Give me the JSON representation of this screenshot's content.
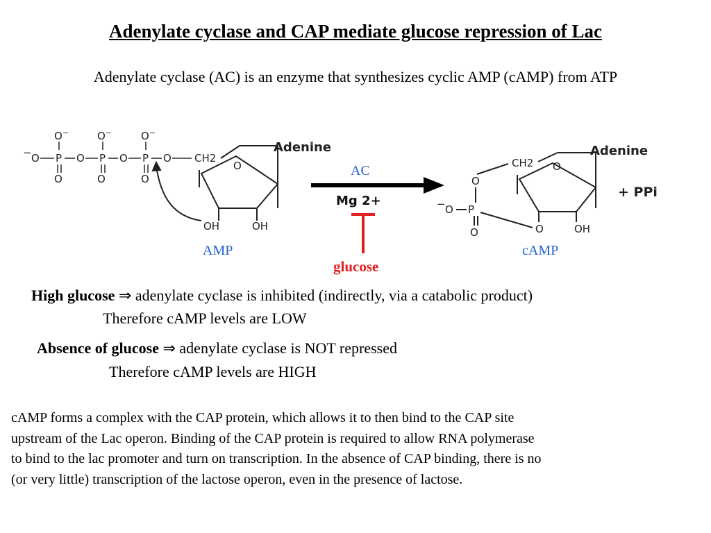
{
  "slide": {
    "title": "Adenylate cyclase and CAP mediate glucose repression of Lac",
    "subtitle": "Adenylate cyclase (AC) is an enzyme that synthesizes cyclic AMP (cAMP) from ATP"
  },
  "diagram": {
    "atp": {
      "oxygen": "O",
      "charge": "−",
      "phosphorus": "P",
      "ch2": "CH2",
      "base": "Adenine",
      "oh": "OH"
    },
    "enzyme_label": "AC",
    "cofactor": "Mg 2+",
    "inhibitor": "glucose",
    "substrate_label": "AMP",
    "product_label": "cAMP",
    "byproduct": "+ PPi",
    "camp": {
      "oxygen": "O",
      "charge": "−",
      "phosphorus": "P",
      "ch2": "CH2",
      "base": "Adenine",
      "oh": "OH"
    },
    "colors": {
      "labels": "#1f5fd6",
      "inhibitor": "#e02020"
    }
  },
  "points": [
    {
      "bold": "High glucose",
      "arrow": "⇒",
      "text": " adenylate cyclase is inhibited (indirectly, via a catabolic product)",
      "sub": "Therefore cAMP levels are LOW"
    },
    {
      "bold": "Absence of glucose",
      "arrow": "⇒",
      "text": " adenylate cyclase is NOT repressed",
      "sub": "Therefore cAMP levels are HIGH"
    }
  ],
  "paragraph_lines": [
    "cAMP forms a complex with the CAP protein, which allows it to then bind to the CAP site",
    "upstream of the Lac operon. Binding of the CAP protein is required to allow RNA polymerase",
    "to bind to the lac promoter and turn on transcription. In the absence of CAP binding, there is no",
    "(or very little) transcription of the lactose operon, even in the presence of lactose."
  ]
}
